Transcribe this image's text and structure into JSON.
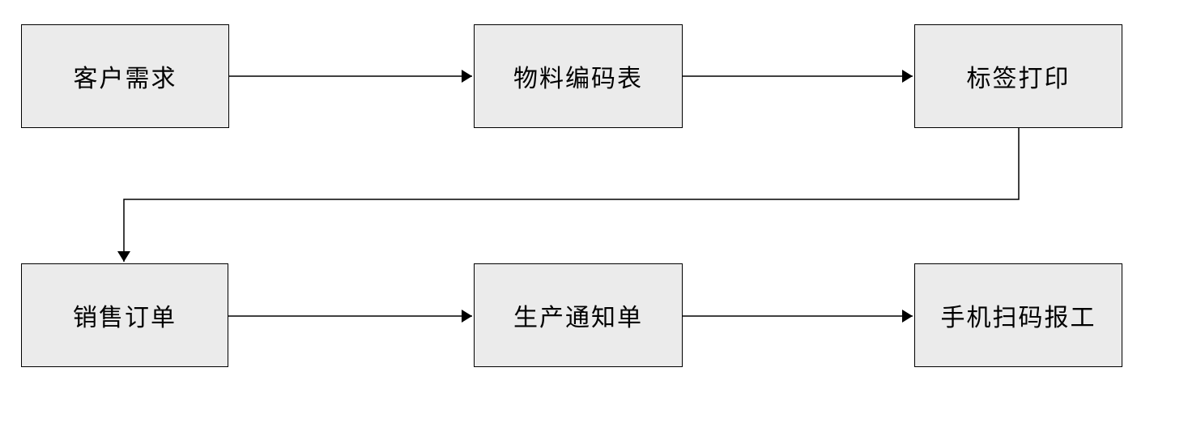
{
  "diagram": {
    "type": "flowchart",
    "background_color": "#ffffff",
    "node_fill_color": "#ebebeb",
    "node_border_color": "#000000",
    "arrow_color": "#000000",
    "nodes": [
      {
        "id": "customer-demand",
        "label": "客户需求",
        "row": 1,
        "col": 1
      },
      {
        "id": "material-code-table",
        "label": "物料编码表",
        "row": 1,
        "col": 2
      },
      {
        "id": "label-printing",
        "label": "标签打印",
        "row": 1,
        "col": 3
      },
      {
        "id": "sales-order",
        "label": "销售订单",
        "row": 2,
        "col": 1
      },
      {
        "id": "production-notice",
        "label": "生产通知单",
        "row": 2,
        "col": 2
      },
      {
        "id": "mobile-scan-report",
        "label": "手机扫码报工",
        "row": 2,
        "col": 3
      }
    ],
    "edges": [
      {
        "from": "客户需求",
        "to": "物料编码表"
      },
      {
        "from": "物料编码表",
        "to": "标签打印"
      },
      {
        "from": "标签打印",
        "to": "销售订单"
      },
      {
        "from": "销售订单",
        "to": "生产通知单"
      },
      {
        "from": "生产通知单",
        "to": "手机扫码报工"
      }
    ]
  }
}
